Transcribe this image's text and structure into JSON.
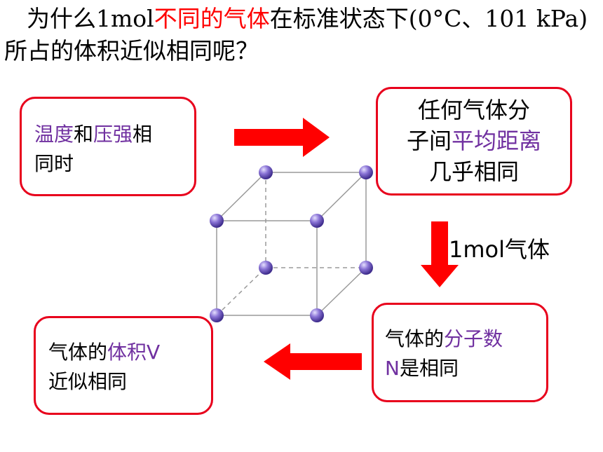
{
  "title": {
    "part1": "为什么1mol",
    "part2": "不同的气体",
    "part3": "在标准状态下(0°C、101 kPa)所占的体积近似相同呢？"
  },
  "box1": {
    "w1": "温度",
    "w2": "和",
    "w3": "压强",
    "w4": "相",
    "line2": "同时"
  },
  "box2": {
    "line1": "任何气体分",
    "line2_a": "子间",
    "line2_b": "平均距离",
    "line3": "几乎相同"
  },
  "side_label": "1mol气体",
  "box3": {
    "w1": "气体的",
    "w2": "分子数",
    "w3": "N",
    "w4": "是相同"
  },
  "box4": {
    "w1": "气体的",
    "w2": "体积V",
    "line2": "近似相同"
  },
  "colors": {
    "red": "#ff0000",
    "purple": "#7030a0",
    "box_border": "#e8001c",
    "arrow": "#ff0000",
    "atom": "#7b68c8"
  }
}
